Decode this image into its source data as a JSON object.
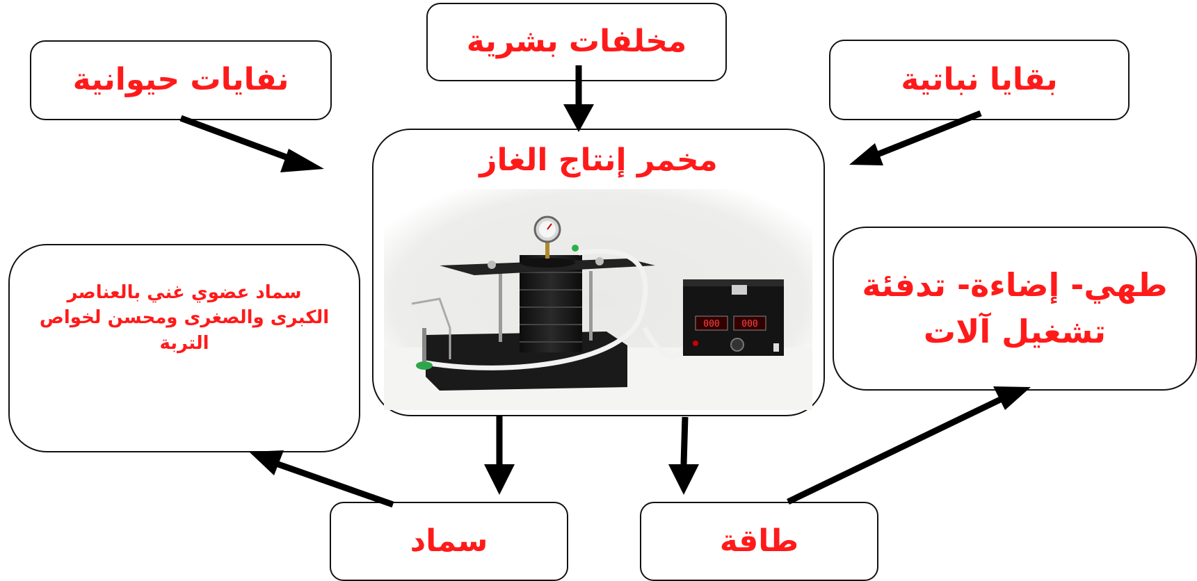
{
  "digester": {
    "title": "مخمر إنتاج الغاز"
  },
  "inputs": {
    "human": "مخلفات بشرية",
    "animal": "نفايات حيوانية",
    "plant": "بقايا نباتية"
  },
  "outputs": {
    "fertilizer": "سماد",
    "energy": "طاقة",
    "fertilizer_desc": "سماد عضوي غني بالعناصر الكبرى والصغرى ومحسن لخواص التربة",
    "uses_line1": "طهي- إضاءة- تدفئة",
    "uses_line2": "تشغيل آلات"
  },
  "device_display": {
    "left": "000",
    "right": "000"
  },
  "colors": {
    "label": "#ff1a1a",
    "arrow": "#000000",
    "border": "#111111"
  }
}
